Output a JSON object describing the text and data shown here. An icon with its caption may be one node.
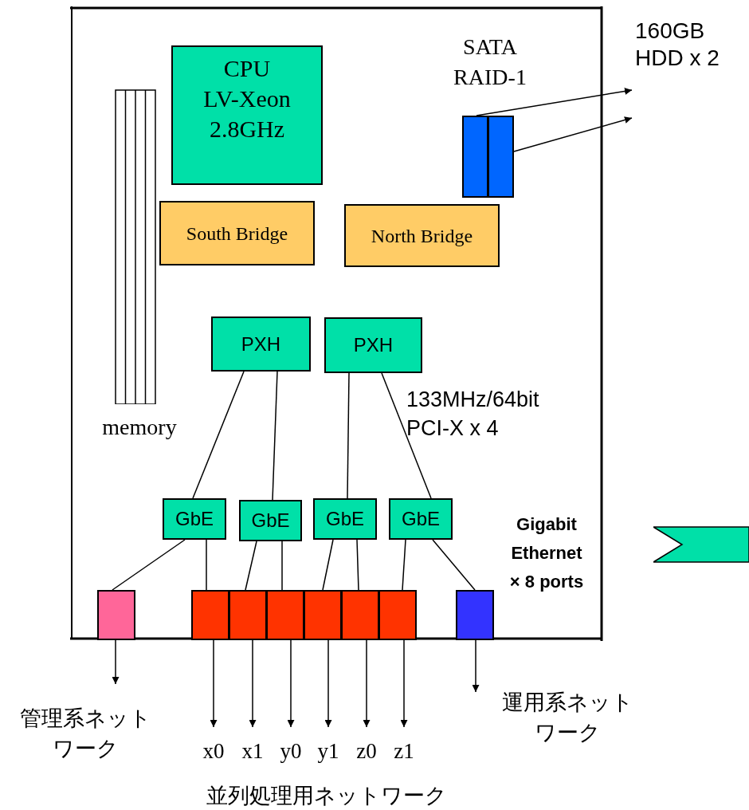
{
  "diagram": {
    "nodes": [
      {
        "text": [
          "CPU LV-Xeon 2.8GHz"
        ]
      },
      {
        "text": [
          "SATA RAID-1"
        ]
      },
      {
        "text": [],
        "shape": "box",
        "in": 1
      },
      {
        "text": [],
        "shape": "box",
        "in": 1
      },
      {
        "text": [
          "160GB HDD x 2"
        ]
      },
      {
        "text": [
          "South Bridge"
        ]
      },
      {
        "text": [
          "North Bridge"
        ]
      },
      {
        "text": [
          "memory"
        ]
      },
      {
        "text": [
          "PXH"
        ]
      },
      {
        "text": [
          "PXH"
        ]
      },
      {
        "text": [
          "GbE"
        ]
      },
      {
        "text": [
          "GbE"
        ]
      },
      {
        "text": [
          "GbE"
        ]
      },
      {
        "text": [
          "GbE"
        ]
      },
      {
        "text": [],
        "shape": "box"
      },
      {
        "text": [],
        "shape": "box"
      },
      {
        "text": [],
        "shape": "box"
      },
      {
        "text": [],
        "shape": "box"
      },
      {
        "text": [],
        "shape": "box"
      },
      {
        "text": [],
        "shape": "box"
      },
      {
        "text": [],
        "shape": "box"
      },
      {
        "text": [],
        "shape": "box"
      },
      {
        "text": [
          "管理系ネットワーク"
        ]
      },
      {
        "text": [
          "x0"
        ]
      },
      {
        "text": [
          "x1"
        ]
      },
      {
        "text": [
          "y0"
        ]
      },
      {
        "text": [
          "y1"
        ]
      },
      {
        "text": [
          "z0"
        ]
      },
      {
        "text": [
          "z1"
        ]
      },
      {
        "text": [
          "運用系ネットワーク"
        ]
      },
      {
        "text": [],
        "shape": "chevron"
      }
    ],
    "edges": [
      {
        "from": 2,
        "to": 4,
        "arrow": "to"
      },
      {
        "from": 3,
        "to": 4,
        "arrow": "to"
      },
      {
        "from": 8,
        "to": 10,
        "arrow": "none"
      },
      {
        "from": 8,
        "to": 11,
        "arrow": "none"
      },
      {
        "from": 9,
        "to": 12,
        "arrow": "none"
      },
      {
        "from": 9,
        "to": 13,
        "arrow": "none"
      },
      {
        "from": 10,
        "to": 14,
        "arrow": "none"
      },
      {
        "from": 10,
        "to": 15,
        "arrow": "none"
      },
      {
        "from": 11,
        "to": 16,
        "arrow": "none"
      },
      {
        "from": 11,
        "to": 17,
        "arrow": "none"
      },
      {
        "from": 12,
        "to": 18,
        "arrow": "none"
      },
      {
        "from": 12,
        "to": 19,
        "arrow": "none"
      },
      {
        "from": 13,
        "to": 20,
        "arrow": "none"
      },
      {
        "from": 13,
        "to": 21,
        "arrow": "none"
      },
      {
        "from": 14,
        "to": 22,
        "arrow": "to"
      },
      {
        "from": 15,
        "to": 23,
        "arrow": "to"
      },
      {
        "from": 16,
        "to": 24,
        "arrow": "to"
      },
      {
        "from": 17,
        "to": 25,
        "arrow": "to"
      },
      {
        "from": 18,
        "to": 26,
        "arrow": "to"
      },
      {
        "from": 19,
        "to": 27,
        "arrow": "to"
      },
      {
        "from": 20,
        "to": 28,
        "arrow": "to"
      },
      {
        "from": 21,
        "to": 29,
        "arrow": "to"
      }
    ],
    "labels": [
      "133MHz/64bit PCI-X x 4",
      "Gigabit Ethernet × 8 ports",
      "並列処理用ネットワーク"
    ]
  }
}
